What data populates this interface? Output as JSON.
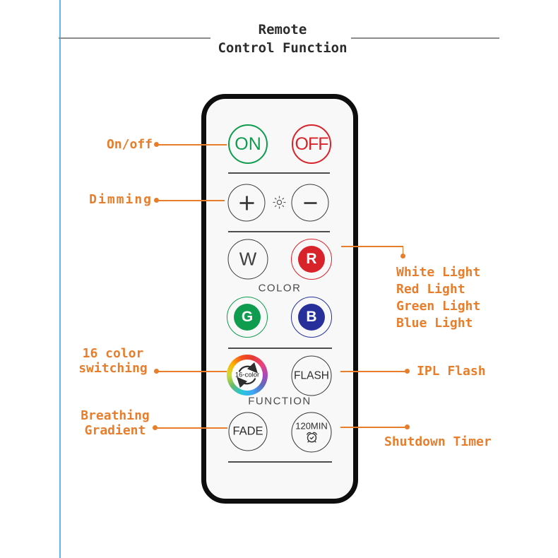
{
  "title": {
    "line1": "Remote",
    "line2": "Control Function"
  },
  "remote": {
    "on": "ON",
    "off": "OFF",
    "w": "W",
    "r": "R",
    "g": "G",
    "b": "B",
    "color_label": "COLOR",
    "function_label": "FUNCTION",
    "sixteen_color": "16-color",
    "flash": "FLASH",
    "fade": "FADE",
    "timer": "120MIN"
  },
  "annotations": {
    "on_off": "On/off",
    "dimming": "Dimming",
    "color_switching": [
      "16 color",
      "switching"
    ],
    "breathing_gradient": [
      "Breathing",
      "Gradient"
    ],
    "lights": [
      "White Light",
      "Red Light",
      "Green Light",
      "Blue Light"
    ],
    "ipl_flash": "IPL Flash",
    "shutdown_timer": "Shutdown Timer"
  },
  "icons": {
    "brightness": "brightness-sun-icon",
    "plus": "plus-icon",
    "minus": "minus-icon",
    "color_cycle": "cycle-arrows-icon",
    "alarm_clock": "alarm-clock-icon"
  },
  "colors": {
    "accent-orange": "#E87E2B",
    "green": "#109C4E",
    "red": "#D8232A",
    "navy": "#27309A",
    "frame-blue": "#5FB8E6",
    "frame-gray": "#8C8C8C",
    "ink": "#2B2B2B",
    "button-stroke": "#3C3C3C"
  }
}
